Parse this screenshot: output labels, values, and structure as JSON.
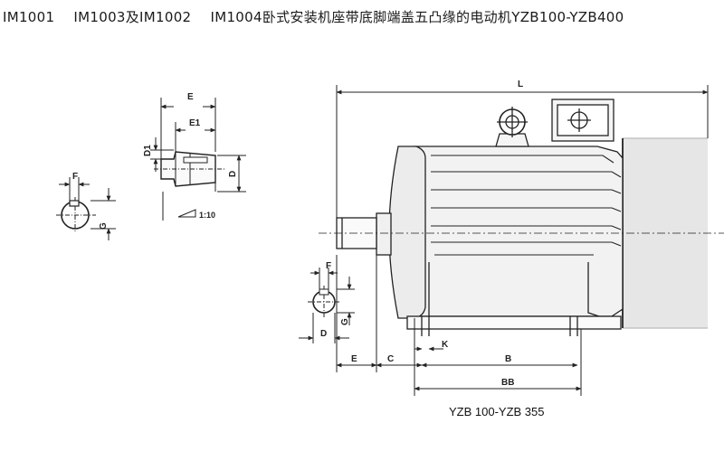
{
  "title": {
    "im1001": "IM1001",
    "im1003": "IM1003及IM1002",
    "im1004": "IM1004卧式安装机座带底脚端盖五凸缘的电动机YZB100-YZB400"
  },
  "dimensions": {
    "E": "E",
    "E1": "E1",
    "D1": "D1",
    "D": "D",
    "taper": "1:10",
    "F": "F",
    "G": "G",
    "L": "L",
    "C": "C",
    "K": "K",
    "B": "B",
    "BB": "BB"
  },
  "caption": "YZB 100-YZB 355",
  "colors": {
    "ink": "#1a1a1a",
    "motor_fill": "#eeeeee",
    "body_fill": "#f4f4f4"
  }
}
